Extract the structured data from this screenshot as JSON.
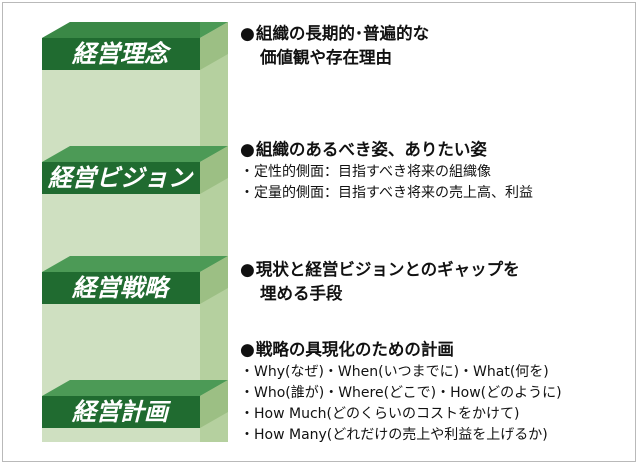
{
  "layers": [
    {
      "label": "経営理念"
    },
    {
      "label": "経営ビジョン"
    },
    {
      "label": "経営戦略"
    },
    {
      "label": "経営計画"
    }
  ],
  "descriptions": [
    {
      "bullet": "●",
      "heading_lines": [
        "組織の長期的･普遍的な",
        "価値観や存在理由"
      ],
      "items": []
    },
    {
      "bullet": "●",
      "heading_lines": [
        "組織のあるべき姿、ありたい姿"
      ],
      "items": [
        "・定性的側面：目指すべき将来の組織像",
        "・定量的側面：目指すべき将来の売上高、利益"
      ]
    },
    {
      "bullet": "●",
      "heading_lines": [
        "現状と経営ビジョンとのギャップを",
        "埋める手段"
      ],
      "items": []
    },
    {
      "bullet": "●",
      "heading_lines": [
        "戦略の具現化のための計画"
      ],
      "items": [
        "・Why(なぜ)・When(いつまでに)・What(何を)",
        "・Who(誰が)・Where(どこで)・How(どのように)",
        "・How Much(どのくらいのコストをかけて)",
        "・How Many(どれだけの売上や利益を上げるか)"
      ]
    }
  ],
  "colors": {
    "top_face": "#2e7d3c",
    "front_face": "#1f6a2f",
    "side_face": "#9cbf84",
    "column_face": "#cfe0c1",
    "column_side": "#b5d09f"
  }
}
